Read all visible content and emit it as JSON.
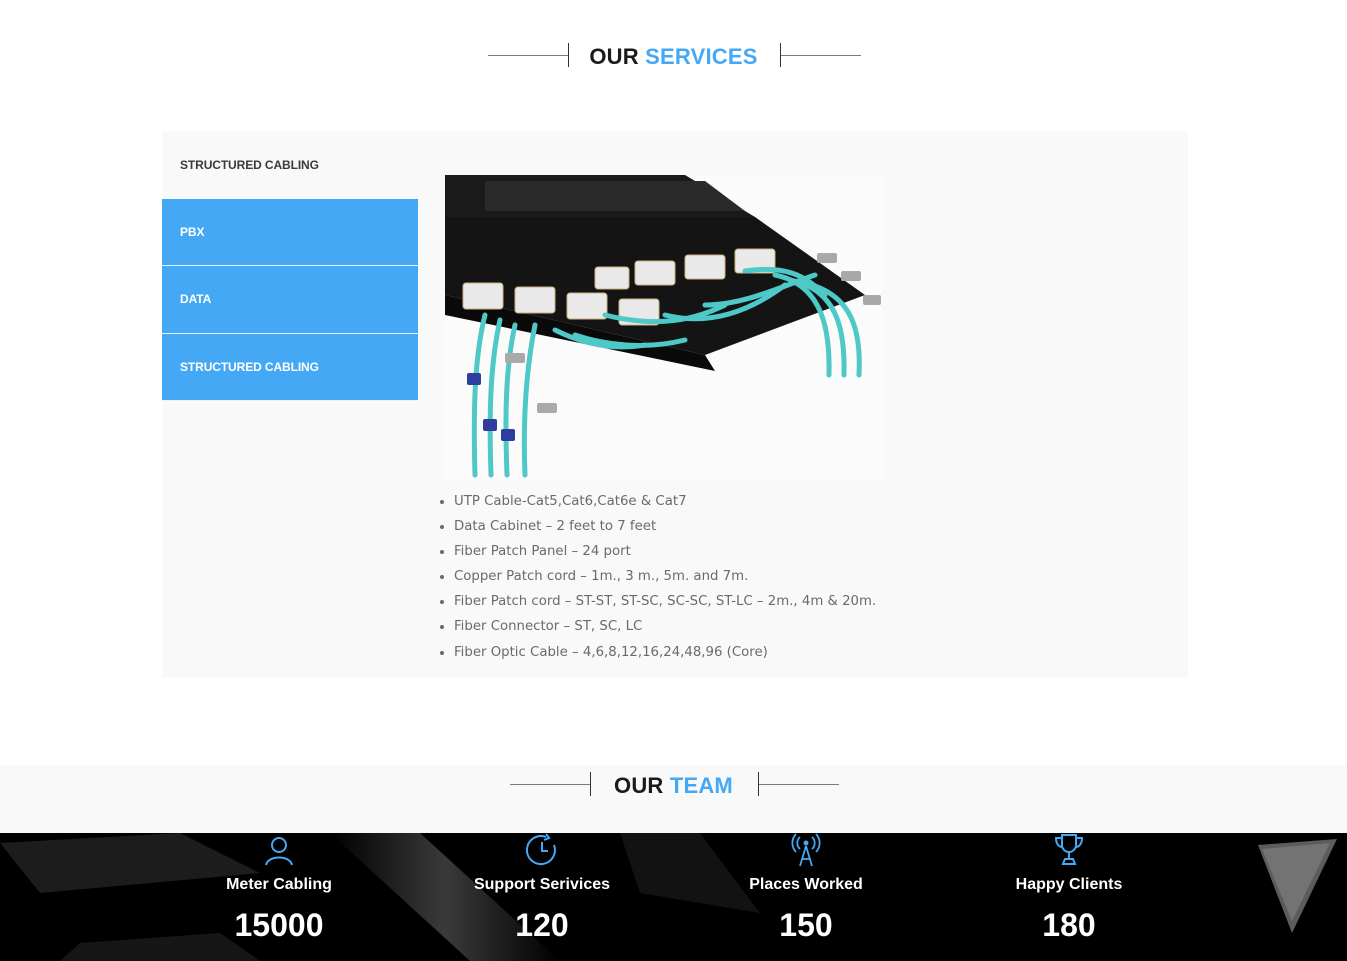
{
  "services": {
    "title_prefix": "OUR",
    "title_accent": "SERVICES",
    "tabs": [
      {
        "label": "STRUCTURED CABLING",
        "state": "inactive"
      },
      {
        "label": "PBX",
        "state": "active"
      },
      {
        "label": "DATA",
        "state": "active"
      },
      {
        "label": "STRUCTURED CABLING",
        "state": "active"
      }
    ],
    "product_image": "fiber-patch-panel-image",
    "items": [
      "UTP Cable-Cat5,Cat6,Cat6e & Cat7",
      "Data Cabinet – 2 feet to 7 feet",
      "Fiber Patch Panel – 24 port",
      "Copper Patch cord – 1m., 3 m., 5m. and 7m.",
      "Fiber Patch cord – ST-ST, ST-SC, SC-SC, ST-LC – 2m., 4m & 20m.",
      "Fiber Connector – ST, SC, LC",
      "Fiber Optic Cable – 4,6,8,12,16,24,48,96 (Core)"
    ]
  },
  "team": {
    "title_prefix": "OUR",
    "title_accent": "TEAM"
  },
  "stats": [
    {
      "icon": "user-icon",
      "label": "Meter Cabling",
      "value": "15000"
    },
    {
      "icon": "clock-icon",
      "label": "Support Serivices",
      "value": "120"
    },
    {
      "icon": "antenna-icon",
      "label": "Places Worked",
      "value": "150"
    },
    {
      "icon": "trophy-icon",
      "label": "Happy Clients",
      "value": "180"
    }
  ],
  "colors": {
    "accent": "#45a8f4",
    "panel_bg": "#f9f9f9",
    "stats_bg": "#000000"
  }
}
